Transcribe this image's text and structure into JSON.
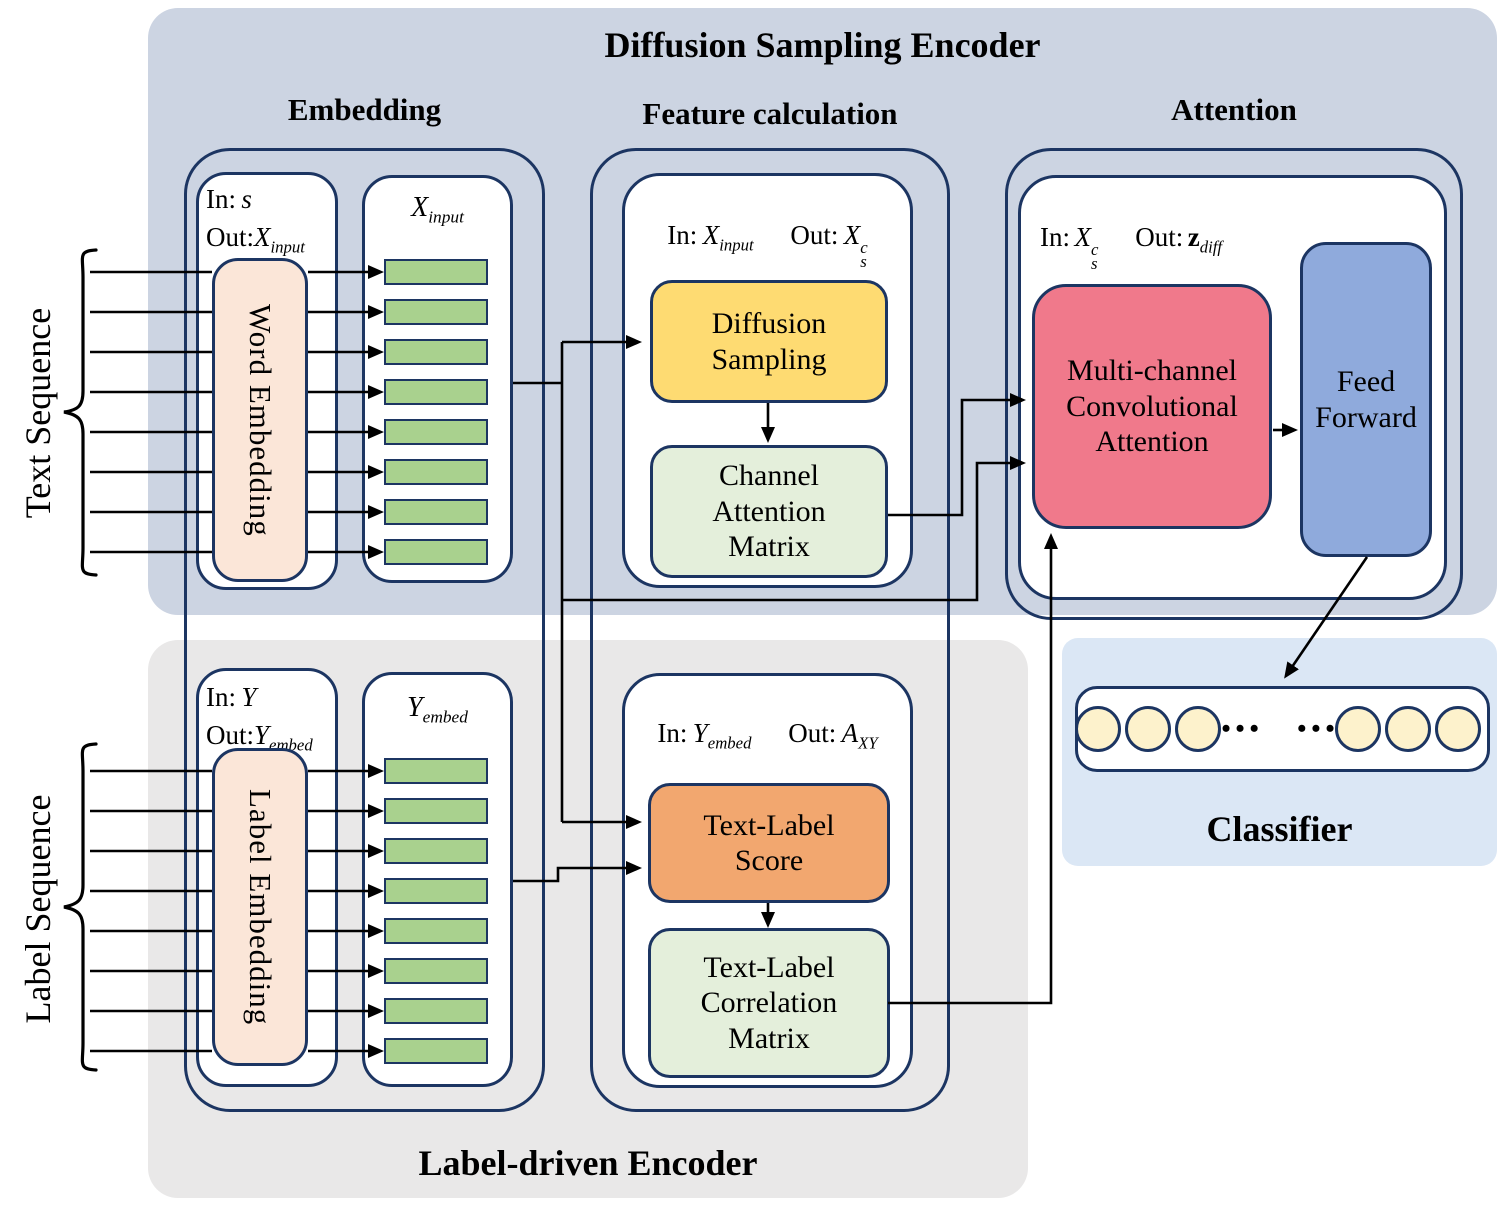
{
  "colors": {
    "navy_border": "#1c3562",
    "top_panel_bg": "#ccd4e2",
    "gray_panel_bg": "#e9e8e8",
    "classifier_panel_bg": "#dbe7f5",
    "embedding_pink": "#fbe6d8",
    "vector_green": "#a9d18e",
    "diffusion_yellow": "#fedb72",
    "matrix_light_green": "#e4efdb",
    "score_orange": "#f2a76f",
    "mca_rose": "#f0798b",
    "feed_forward_blue": "#8faadc",
    "neuron_yellow": "#fdf2cc",
    "line_black": "#000000"
  },
  "top_panel": {
    "title": "Diffusion Sampling Encoder",
    "embedding_header": "Embedding",
    "feature_header": "Feature calculation",
    "attention_header": "Attention"
  },
  "left_labels": {
    "text_sequence": "Text Sequence",
    "label_sequence": "Label Sequence"
  },
  "embedding": {
    "io": {
      "in_label": "In:",
      "in_var": "s",
      "out_label": "Out:",
      "out_var": "X",
      "out_sub": "input"
    },
    "column_header": {
      "var": "X",
      "sub": "input"
    },
    "block_label": "Word Embedding",
    "vector_count": 8,
    "input_line_count": 8
  },
  "label_embedding": {
    "io": {
      "in_label": "In:",
      "in_var": "Y",
      "out_label": "Out:",
      "out_var": "Y",
      "out_sub": "embed"
    },
    "column_header": {
      "var": "Y",
      "sub": "embed"
    },
    "block_label": "Label Embedding",
    "vector_count": 8,
    "input_line_count": 8
  },
  "feature_calculation": {
    "io": {
      "in_label": "In:",
      "in_var": "X",
      "in_sub": "input",
      "out_label": "Out:",
      "out_var": "X",
      "out_sub": "s",
      "out_sup": "c"
    },
    "diffusion_sampling_label": "Diffusion Sampling",
    "channel_attention_label": "Channel Attention Matrix"
  },
  "attention": {
    "io": {
      "in_label": "In:",
      "in_var": "X",
      "in_sub": "s",
      "in_sup": "c",
      "out_label": "Out:",
      "out_var": "z",
      "out_sub": "diff"
    },
    "mca_label": "Multi-channel Convolutional Attention",
    "feed_forward_label": "Feed Forward"
  },
  "text_label": {
    "io": {
      "in_label": "In:",
      "in_var": "Y",
      "in_sub": "embed",
      "out_label": "Out:",
      "out_var": "A",
      "out_sub": "XY"
    },
    "score_label": "Text-Label Score",
    "correlation_label": "Text-Label Correlation Matrix"
  },
  "label_encoder_panel": {
    "title": "Label-driven Encoder"
  },
  "classifier": {
    "title": "Classifier",
    "dots": "••• •••",
    "neuron_count_left": 3,
    "neuron_count_right": 3
  }
}
